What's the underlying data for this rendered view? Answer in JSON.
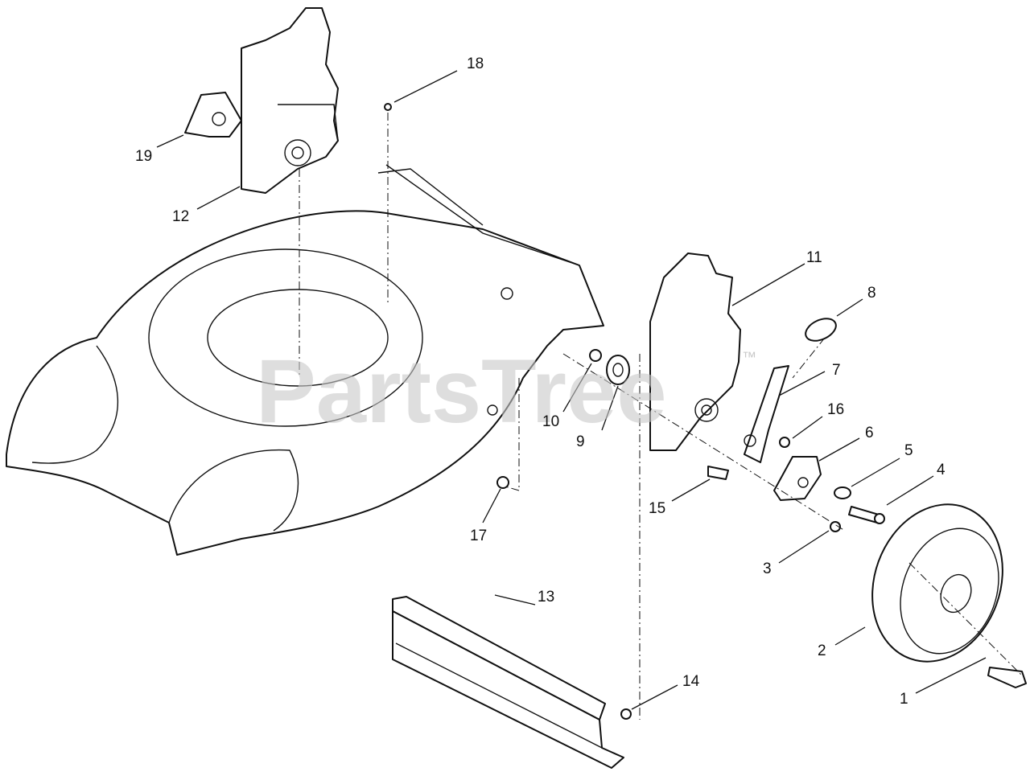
{
  "watermark": {
    "text": "PartsTree",
    "trademark": "™"
  },
  "callouts": [
    "1",
    "2",
    "3",
    "4",
    "5",
    "6",
    "7",
    "8",
    "9",
    "10",
    "11",
    "12",
    "13",
    "14",
    "15",
    "16",
    "17",
    "18",
    "19"
  ],
  "colors": {
    "ink": "#111111",
    "paper": "#ffffff",
    "watermark": "#c8c8c8"
  }
}
